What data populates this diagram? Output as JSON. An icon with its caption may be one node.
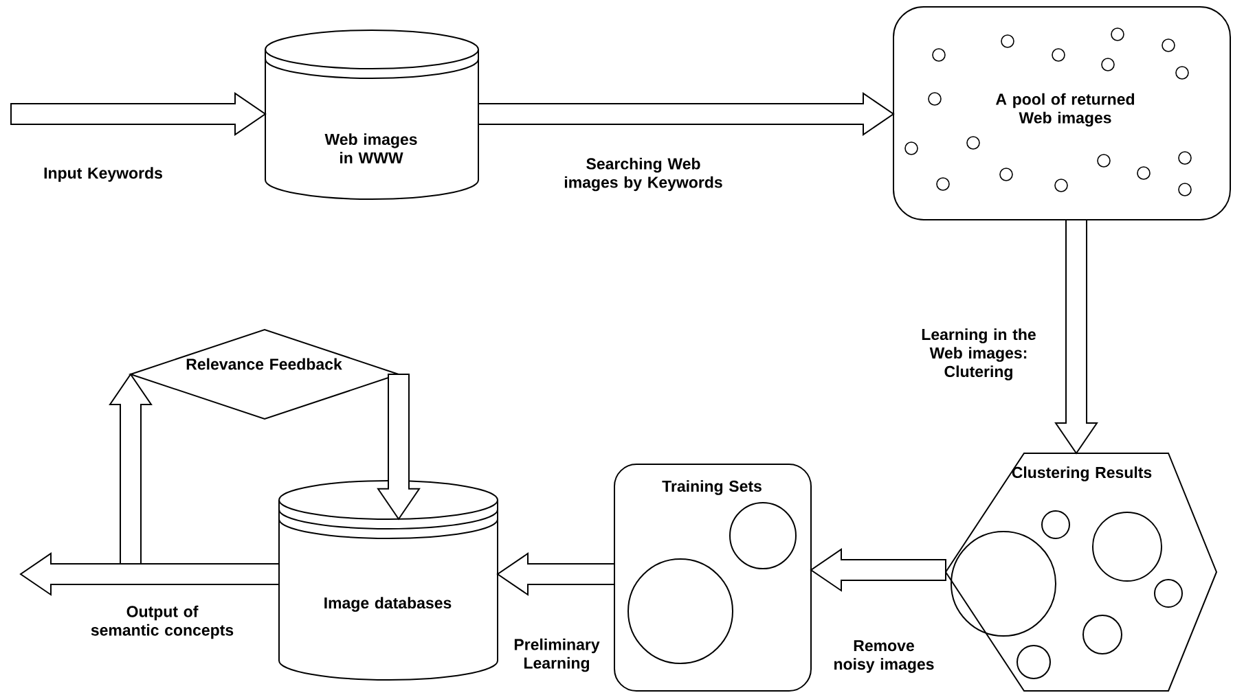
{
  "diagram": {
    "nodes": [
      {
        "text": [
          "Web images in WWW"
        ]
      },
      {
        "text": [
          "A pool of returned Web images"
        ]
      },
      {
        "text": [
          "Clustering Results"
        ]
      },
      {
        "text": [
          "Training Sets"
        ]
      },
      {
        "text": [
          "Image databases"
        ]
      },
      {
        "text": [
          "Relevance Feedback"
        ]
      }
    ],
    "edges": [
      {
        "from": null,
        "to": 0,
        "arrow": "to",
        "label": "Input Keywords"
      },
      {
        "from": 0,
        "to": 1,
        "arrow": "to",
        "label": "Searching Web images by Keywords"
      },
      {
        "from": 1,
        "to": 2,
        "arrow": "to",
        "label": "Learning in the Web images: Clutering"
      },
      {
        "from": 2,
        "to": 3,
        "arrow": "to",
        "label": "Remove noisy images"
      },
      {
        "from": 3,
        "to": 4,
        "arrow": "to",
        "label": "Preliminary Learning"
      },
      {
        "from": 4,
        "to": null,
        "arrow": "to",
        "label": "Output of semantic concepts"
      },
      {
        "from": 4,
        "to": 5,
        "arrow": "to"
      },
      {
        "from": 5,
        "to": 4,
        "arrow": "to"
      }
    ]
  }
}
